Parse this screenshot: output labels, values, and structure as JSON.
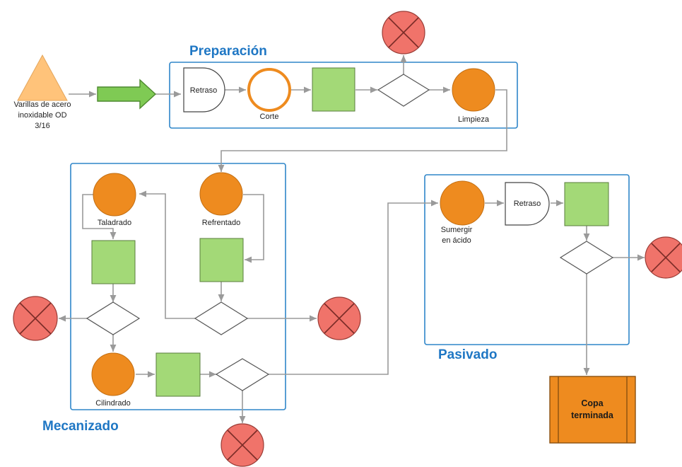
{
  "sections": {
    "preparacion": "Preparación",
    "mecanizado": "Mecanizado",
    "pasivado": "Pasivado"
  },
  "input": {
    "line1": "Varillas de acero",
    "line2": "inoxidable OD",
    "line3": "3/16"
  },
  "labels": {
    "retraso": "Retraso",
    "corte": "Corte",
    "limpieza": "Limpieza",
    "taladrado": "Taladrado",
    "refrentado": "Refrentado",
    "cilindrado": "Cilindrado",
    "sumergir_line1": "Sumergir",
    "sumergir_line2": "en ácido",
    "retraso2": "Retraso"
  },
  "output": {
    "line1": "Copa",
    "line2": "terminada"
  },
  "colors": {
    "frame": "#2f86c9",
    "operation": "#ee8b1f",
    "inspection": "#a3d977",
    "reject": "#f0736a",
    "raw_material": "#ffc37a",
    "transport": "#7fca54"
  }
}
